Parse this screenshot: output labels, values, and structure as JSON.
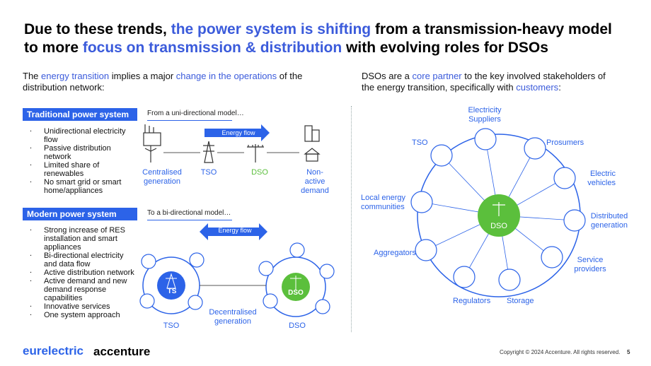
{
  "title": {
    "p1": "Due to these trends, ",
    "p2": "the power system is shifting",
    "p3": " from a transmission-heavy model",
    "p4": "to more ",
    "p5": "focus on transmission & distribution",
    "p6": " with evolving roles for DSOs"
  },
  "left": {
    "intro": {
      "t1": "The ",
      "t2": "energy transition",
      "t3": " implies a major ",
      "t4": "change in the operations",
      "t5": " of the",
      "t6": "distribution network:"
    },
    "traditional": {
      "label": "Traditional power system",
      "model_label": "From a uni-directional model…",
      "bullets": [
        "Unidirectional electricity flow",
        "Passive distribution network",
        "Limited share of renewables",
        "No smart grid or smart home/appliances"
      ],
      "flow_label": "Energy flow",
      "nodes": {
        "centralised": "Centralised generation",
        "tso": "TSO",
        "dso": "DSO",
        "non_active": "Non-active demand"
      }
    },
    "modern": {
      "label": "Modern power system",
      "model_label": "To a bi-directional model…",
      "bullets": [
        "Strong increase of RES installation and smart appliances",
        "Bi-directional electricity and data flow",
        "Active distribution network",
        "Active demand and new demand response capabilities",
        "Innovative services",
        "One system approach"
      ],
      "flow_label": "Energy flow",
      "ts_label": "TS",
      "dso_label": "DSO",
      "tso_caption": "TSO",
      "dso_caption": "DSO",
      "decentralised": "Decentralised generation"
    }
  },
  "right": {
    "intro": {
      "t1": "DSOs are a ",
      "t2": "core partner",
      "t3": " to the key involved stakeholders of",
      "t4": "the energy transition, specifically with ",
      "t5": "customers",
      "t6": ":"
    },
    "center_label": "DSO",
    "stakeholders": {
      "suppliers": "Electricity Suppliers",
      "prosumers": "Prosumers",
      "ev": "Electric vehicles",
      "distributed": "Distributed generation",
      "service": "Service providers",
      "storage": "Storage",
      "regulators": "Regulators",
      "aggregators": "Aggregators",
      "communities": "Local energy communities",
      "tso": "TSO"
    }
  },
  "footer": {
    "eurelectric": "eurelectric",
    "accenture": "accenture",
    "copyright": "Copyright © 2024 Accenture. All rights reserved.",
    "page": "5"
  },
  "colors": {
    "accent_blue": "#2c63e8",
    "accent_green": "#5bbf3c"
  }
}
